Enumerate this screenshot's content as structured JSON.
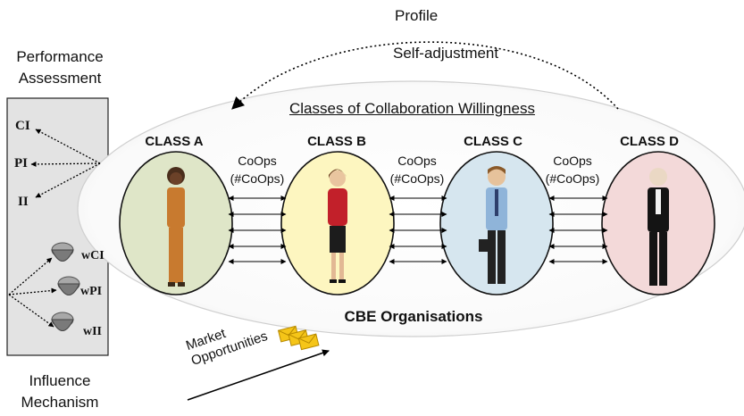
{
  "top": {
    "profile_label": "Profile",
    "self_adjustment_label": "Self-adjustment"
  },
  "left_panel": {
    "performance_title_line1": "Performance",
    "performance_title_line2": "Assessment",
    "influence_title_line1": "Influence",
    "influence_title_line2": "Mechanism",
    "metrics": [
      "CI",
      "PI",
      "II"
    ],
    "weights": [
      "wCI",
      "wPI",
      "wII"
    ]
  },
  "ellipse": {
    "title": "Classes of Collaboration Willingness",
    "footer": "CBE Organisations"
  },
  "classes": [
    {
      "label": "CLASS A",
      "color": "#dfe6c8"
    },
    {
      "label": "CLASS B",
      "color": "#fdf6c0"
    },
    {
      "label": "CLASS C",
      "color": "#d6e6ef"
    },
    {
      "label": "CLASS D",
      "color": "#f3d9d9"
    }
  ],
  "links": [
    {
      "line1": "CoOps",
      "line2": "(#CoOps)"
    },
    {
      "line1": "CoOps",
      "line2": "(#CoOps)"
    },
    {
      "line1": "CoOps",
      "line2": "(#CoOps)"
    }
  ],
  "market": {
    "line1": "Market",
    "line2": "Opportunities"
  },
  "colors": {
    "panel_fill": "#e3e3e3",
    "envelope": "#f5c518",
    "pin": "#7a7a7a"
  }
}
